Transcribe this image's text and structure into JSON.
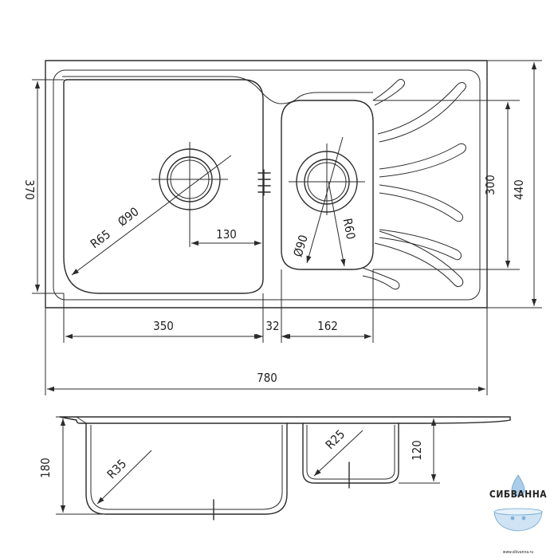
{
  "dimensions": {
    "total_width": "780",
    "total_depth": "440",
    "main_bowl_depth": "370",
    "small_bowl_depth": "300",
    "main_bowl_width": "350",
    "bridge_width": "32",
    "small_bowl_width": "162",
    "drain_offset": "130",
    "main_drain_diameter": "Ø90",
    "small_drain_diameter": "Ø90",
    "main_corner_radius": "R65",
    "small_corner_radius": "R60",
    "main_bowl_height": "180",
    "small_bowl_height": "120",
    "section_radius_main": "R35",
    "section_radius_small": "R25"
  },
  "watermark": {
    "brand": "СИБВАННА",
    "url": "www.sibvanna.ru"
  }
}
